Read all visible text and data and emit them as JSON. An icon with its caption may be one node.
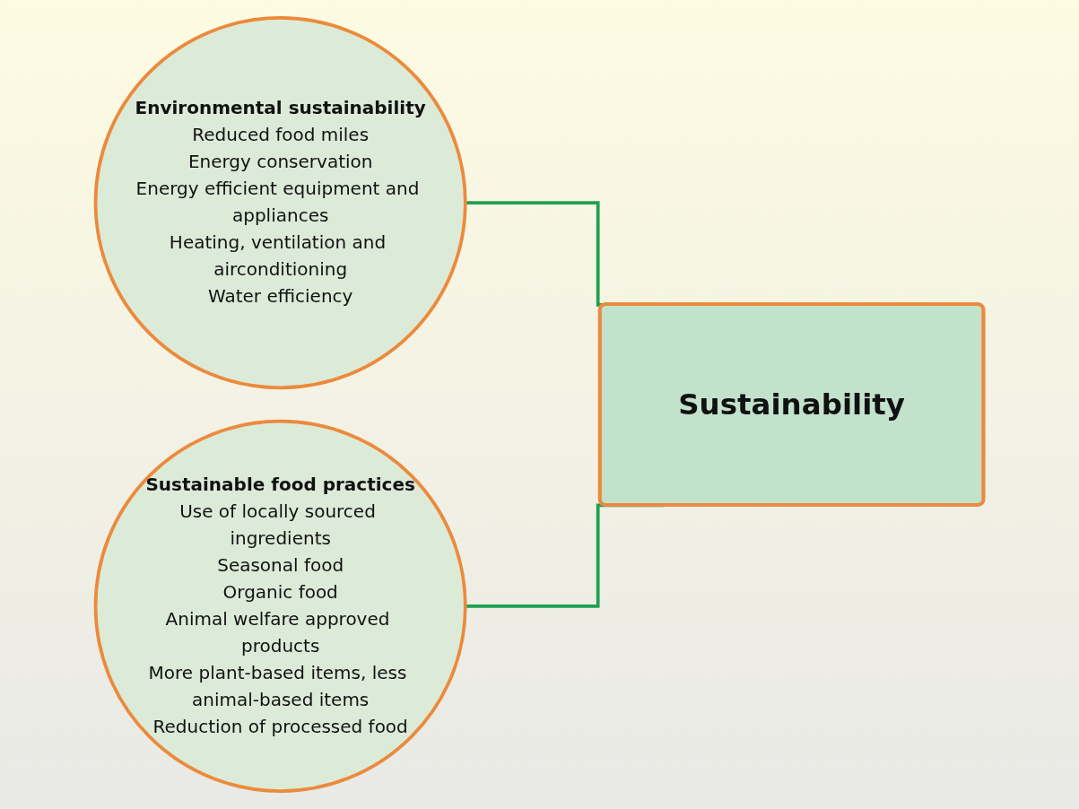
{
  "diagram": {
    "nodes": [
      {
        "text": [
          "Environmental sustainability",
          "Reduced food miles",
          "Energy conservation",
          "Energy efficient equipment and appliances",
          "Heating, ventilation and airconditioning",
          "Water efficiency"
        ]
      },
      {
        "text": [
          "Sustainable food practices",
          "Use of locally sourced ingredients",
          "Seasonal food",
          "Organic food",
          "Animal welfare approved products",
          "More plant-based items, less animal-based items",
          "Reduction of processed food"
        ]
      },
      {
        "text": [
          "Sustainability"
        ]
      }
    ],
    "edges": [
      {
        "from": 0,
        "to": 2,
        "arrow": "none",
        "color": "#1fa052"
      },
      {
        "from": 1,
        "to": 2,
        "arrow": "none",
        "color": "#1fa052"
      }
    ]
  }
}
